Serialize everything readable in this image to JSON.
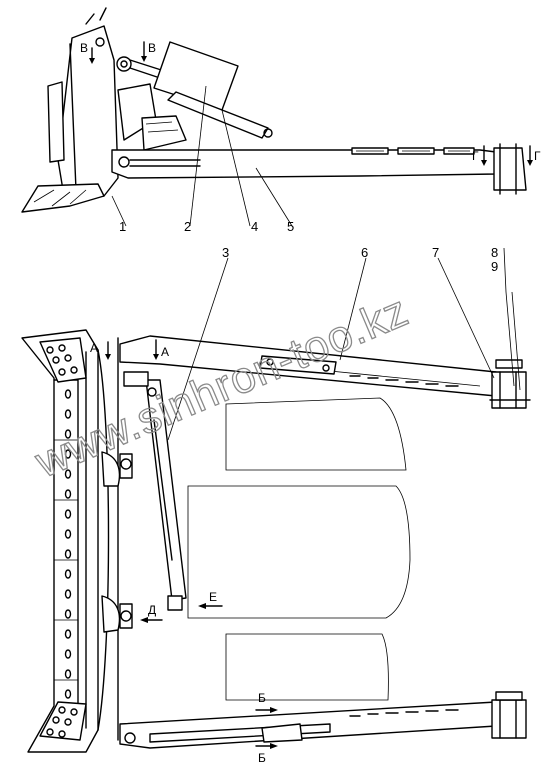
{
  "watermark": "www.sinhron-too.kz",
  "callouts": [
    "1",
    "2",
    "3",
    "4",
    "5",
    "6",
    "7",
    "8",
    "9"
  ],
  "section_marks": {
    "v": "В",
    "g": "Г",
    "a": "А",
    "b": "Б",
    "d": "Д",
    "e": "Е"
  }
}
